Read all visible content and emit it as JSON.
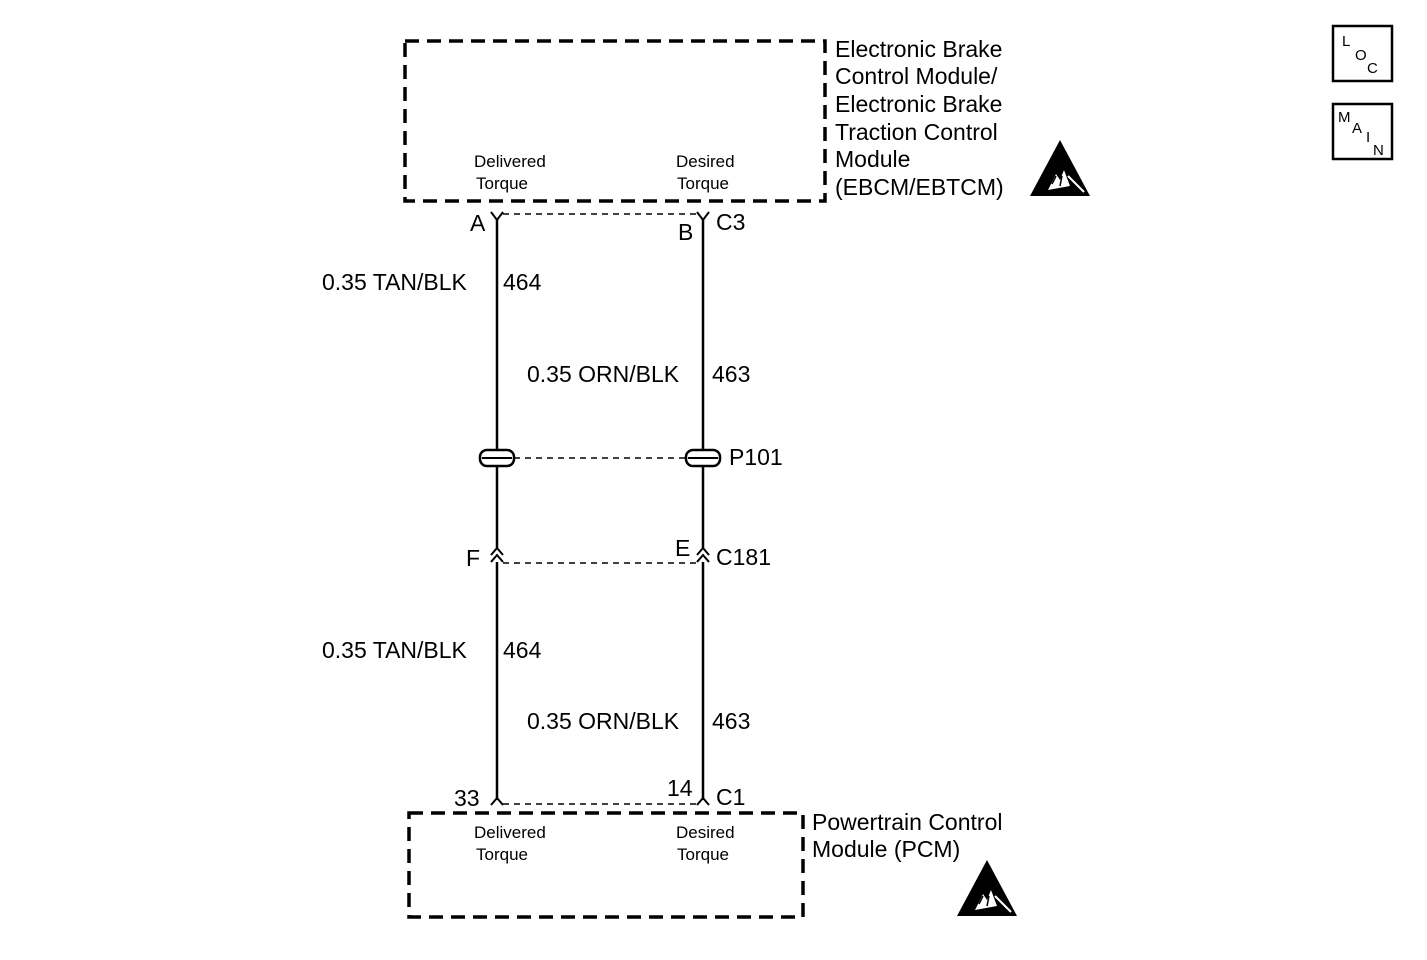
{
  "ebcm": {
    "title_lines": [
      "Electronic Brake",
      "Control Module/",
      "Electronic Brake",
      "Traction Control",
      "Module",
      "(EBCM/EBTCM)"
    ],
    "pin_label_left": [
      "Delivered",
      "Torque"
    ],
    "pin_label_right": [
      "Desired",
      "Torque"
    ],
    "connector": "C3",
    "pin_left": "A",
    "pin_right": "B"
  },
  "wires": {
    "upper_left": {
      "gauge_color": "0.35 TAN/BLK",
      "circuit": "464"
    },
    "upper_right": {
      "gauge_color": "0.35 ORN/BLK",
      "circuit": "463"
    },
    "lower_left": {
      "gauge_color": "0.35 TAN/BLK",
      "circuit": "464"
    },
    "lower_right": {
      "gauge_color": "0.35 ORN/BLK",
      "circuit": "463"
    }
  },
  "passthrough": {
    "name": "P101"
  },
  "inline_connector": {
    "name": "C181",
    "pin_left": "F",
    "pin_right": "E"
  },
  "pcm": {
    "title_lines": [
      "Powertrain Control",
      "Module (PCM)"
    ],
    "pin_label_left": [
      "Delivered",
      "Torque"
    ],
    "pin_label_right": [
      "Desired",
      "Torque"
    ],
    "connector": "C1",
    "pin_left": "33",
    "pin_right": "14"
  },
  "badges": {
    "loc": [
      "L",
      "O",
      "C"
    ],
    "main": [
      "M",
      "A",
      "I",
      "N"
    ]
  },
  "icons": [
    "esd-warning-icon",
    "esd-warning-icon"
  ]
}
